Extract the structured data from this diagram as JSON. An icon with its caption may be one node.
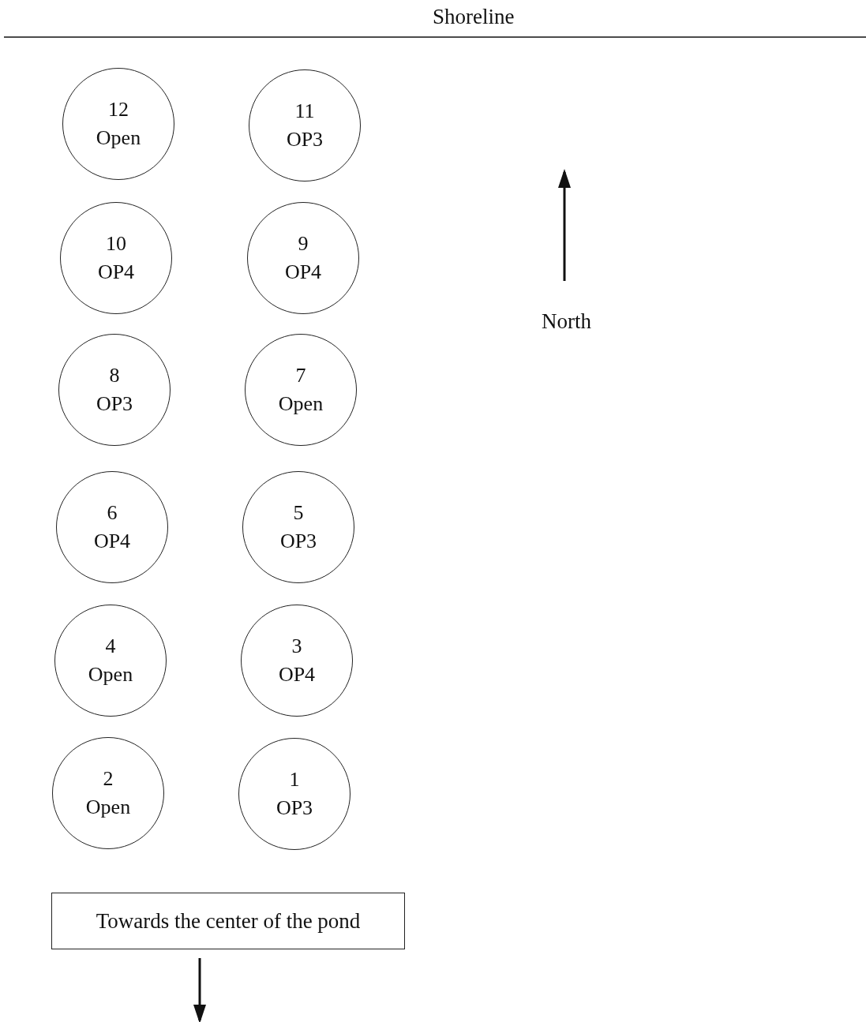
{
  "diagram": {
    "nodes": [
      {
        "text": [
          "12",
          "Open"
        ]
      },
      {
        "text": [
          "11",
          "OP3"
        ]
      },
      {
        "text": [
          "10",
          "OP4"
        ]
      },
      {
        "text": [
          "9",
          "OP4"
        ]
      },
      {
        "text": [
          "8",
          "OP3"
        ]
      },
      {
        "text": [
          "7",
          "Open"
        ]
      },
      {
        "text": [
          "6",
          "OP4"
        ]
      },
      {
        "text": [
          "5",
          "OP3"
        ]
      },
      {
        "text": [
          "4",
          "Open"
        ]
      },
      {
        "text": [
          "3",
          "OP4"
        ]
      },
      {
        "text": [
          "2",
          "Open"
        ]
      },
      {
        "text": [
          "1",
          "OP3"
        ]
      },
      {
        "text": [
          "Towards the center of the pond"
        ]
      }
    ],
    "labels": [
      "Shoreline",
      "North"
    ]
  }
}
